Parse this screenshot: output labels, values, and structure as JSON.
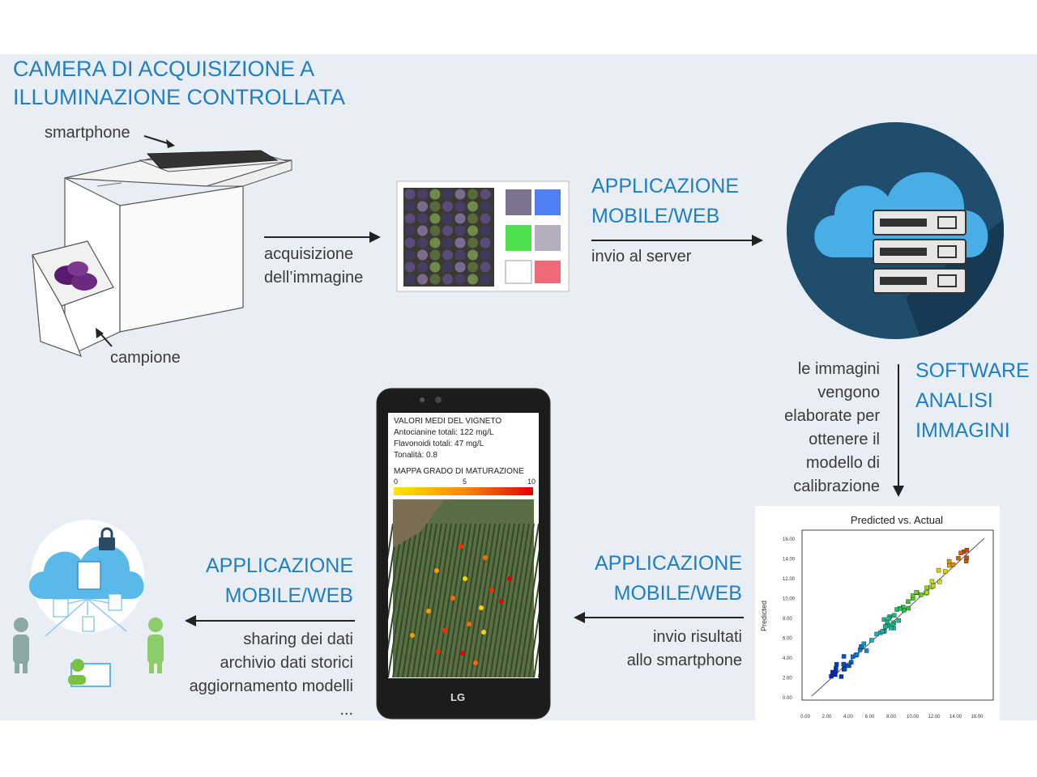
{
  "camera": {
    "title_line1": "CAMERA DI ACQUISIZIONE A",
    "title_line2": "ILLUMINAZIONE CONTROLLATA",
    "label_smartphone": "smartphone",
    "label_sample": "campione"
  },
  "step_acquire": {
    "line1": "acquisizione",
    "line2": "dell’immagine"
  },
  "app_top": {
    "line1": "APPLICAZIONE",
    "line2": "MOBILE/WEB",
    "caption": "invio al server"
  },
  "software": {
    "title_line1": "SOFTWARE",
    "title_line2": "ANALISI",
    "title_line3": "IMMAGINI",
    "desc": [
      "le immagini",
      "vengono",
      "elaborate per",
      "ottenere il",
      "modello di",
      "calibrazione"
    ]
  },
  "app_mid": {
    "line1": "APPLICAZIONE",
    "line2": "MOBILE/WEB",
    "caption1": "invio risultati",
    "caption2": "allo smartphone"
  },
  "app_left": {
    "line1": "APPLICAZIONE",
    "line2": "MOBILE/WEB",
    "items": [
      "sharing dei dati",
      "archivio dati storici",
      "aggiornamento modelli",
      "..."
    ]
  },
  "phone": {
    "brand": "LG",
    "heading": "VALORI MEDI DEL VIGNETO",
    "anthocyanins": "Antocianine totali: 122 mg/L",
    "flavonoids": "Flavonoidi totali: 47 mg/L",
    "hue": "Tonalità: 0.8",
    "map_title": "MAPPA GRADO DI MATURAZIONE",
    "scale_min": "0",
    "scale_mid": "5",
    "scale_max": "10"
  },
  "colors": {
    "accent": "#1f7fc4",
    "panel": "#e9eef4",
    "cloud": "#4aaee6",
    "cloud_dark": "#1f4d6e"
  },
  "icons": [
    "arrow-right-icon",
    "arrow-left-icon",
    "arrow-down-icon",
    "cloud-server-icon",
    "cloud-lock-icon",
    "person-icon"
  ]
}
